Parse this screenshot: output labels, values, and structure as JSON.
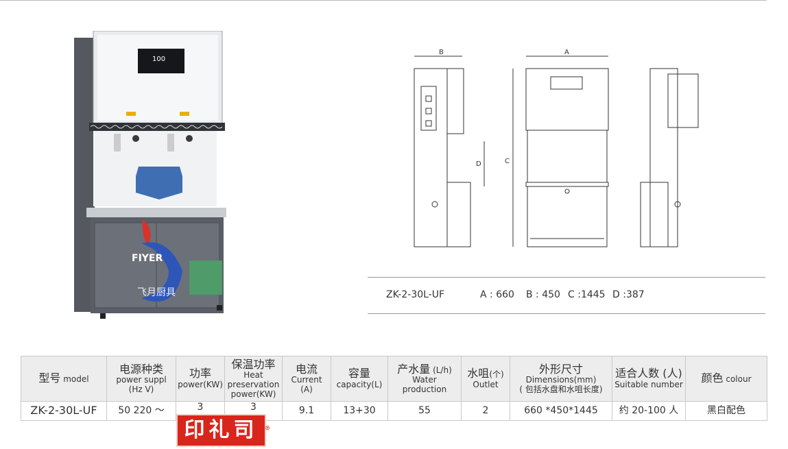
{
  "product_photo": {
    "brand_en": "FIYER",
    "brand_cn": "飞月厨具",
    "display_reading": "100"
  },
  "drawing_labels": {
    "b": "B",
    "a": "A",
    "c": "C",
    "d": "D"
  },
  "spec_line": {
    "model": "ZK-2-30L-UF",
    "a": "A : 660",
    "b": "B : 450",
    "c": "C :1445",
    "d": "D :387"
  },
  "table": {
    "headers": [
      {
        "cn": "型号",
        "en": "model"
      },
      {
        "cn": "电源种类",
        "en": "power suppl",
        "en2": "(Hz V)"
      },
      {
        "cn": "功率",
        "en": "power(KW)"
      },
      {
        "cn": "保温功率",
        "en": "Heat",
        "en2": "preservation",
        "en3": "power(KW)"
      },
      {
        "cn": "电流",
        "en": "Current (A)"
      },
      {
        "cn": "容量",
        "en": "capacity(L)"
      },
      {
        "cn": "产水量",
        "unit": "(L/h)",
        "en": "Water production"
      },
      {
        "cn": "水咀",
        "unit": "(个)",
        "en": "Outlet"
      },
      {
        "cn": "外形尺寸",
        "en": "Dimensions(mm)",
        "en2": "( 包括水盘和水咀长度)"
      },
      {
        "cn": "适合人数 (人)",
        "en": "Suitable number"
      },
      {
        "cn": "颜色",
        "en": "colour"
      }
    ],
    "row": [
      "ZK-2-30L-UF",
      "50 220 ～",
      "3",
      "3",
      "9.1",
      "13+30",
      "55",
      "2",
      "660 *450*1445",
      "约 20-100 人",
      "黑白配色"
    ]
  },
  "stamp": {
    "text": "印礼司",
    "mark": "®"
  }
}
